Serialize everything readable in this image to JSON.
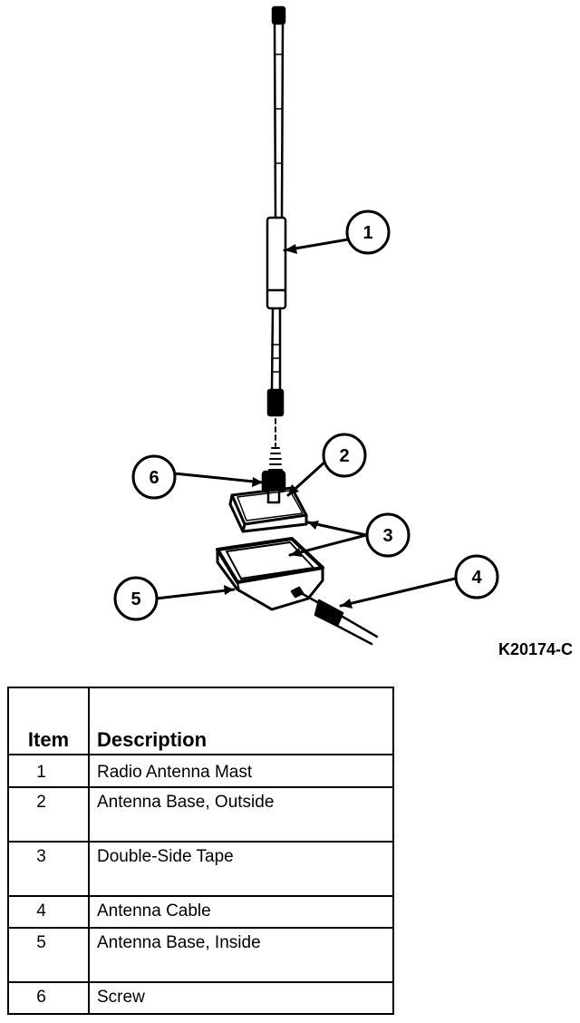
{
  "figure_code": "K20174-C",
  "callouts": [
    "1",
    "2",
    "3",
    "4",
    "5",
    "6"
  ],
  "legend": {
    "headers": {
      "item": "Item",
      "description": "Description"
    },
    "rows": [
      {
        "item": "1",
        "description": "Radio Antenna Mast"
      },
      {
        "item": "2",
        "description": "Antenna Base, Outside"
      },
      {
        "item": "3",
        "description": "Double-Side Tape"
      },
      {
        "item": "4",
        "description": "Antenna Cable"
      },
      {
        "item": "5",
        "description": "Antenna Base, Inside"
      },
      {
        "item": "6",
        "description": "Screw"
      }
    ]
  }
}
